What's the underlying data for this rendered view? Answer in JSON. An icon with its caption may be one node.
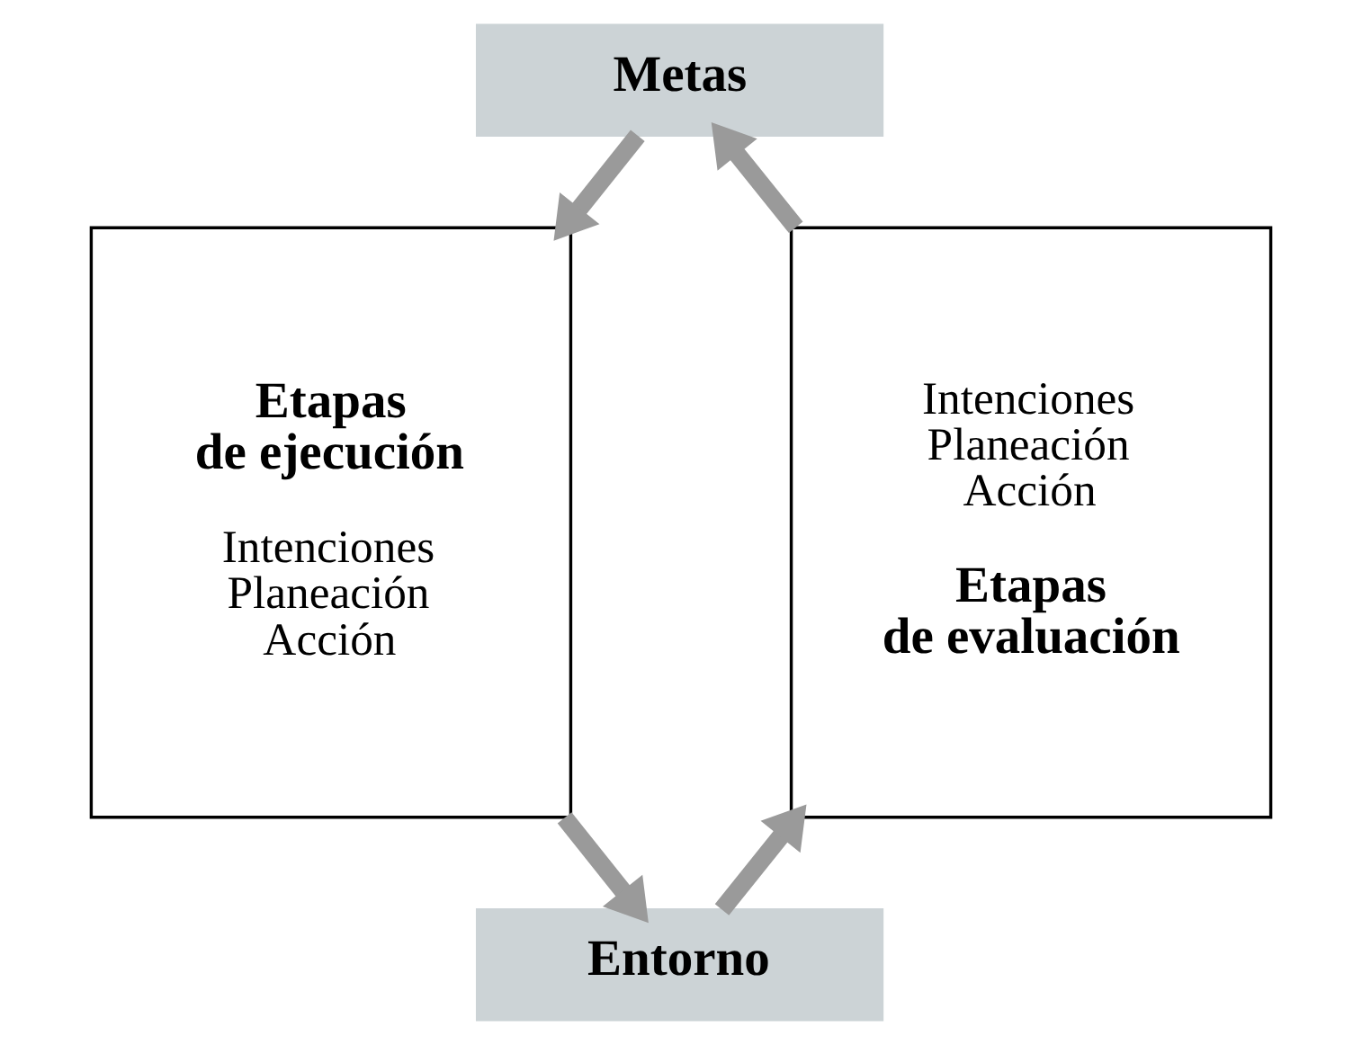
{
  "diagram": {
    "nodes": [
      {
        "text": [
          "Metas"
        ]
      },
      {
        "text": [
          "Etapas de ejecución",
          "Intenciones Planeación Acción"
        ]
      },
      {
        "text": [
          "Entorno"
        ]
      },
      {
        "text": [
          "Intenciones Planeación Acción",
          "Etapas de evaluación"
        ]
      }
    ],
    "edges": [
      {
        "from": 0,
        "to": 1,
        "arrow": "to"
      },
      {
        "from": 1,
        "to": 2,
        "arrow": "to"
      },
      {
        "from": 2,
        "to": 3,
        "arrow": "to"
      },
      {
        "from": 3,
        "to": 0,
        "arrow": "to"
      }
    ]
  }
}
